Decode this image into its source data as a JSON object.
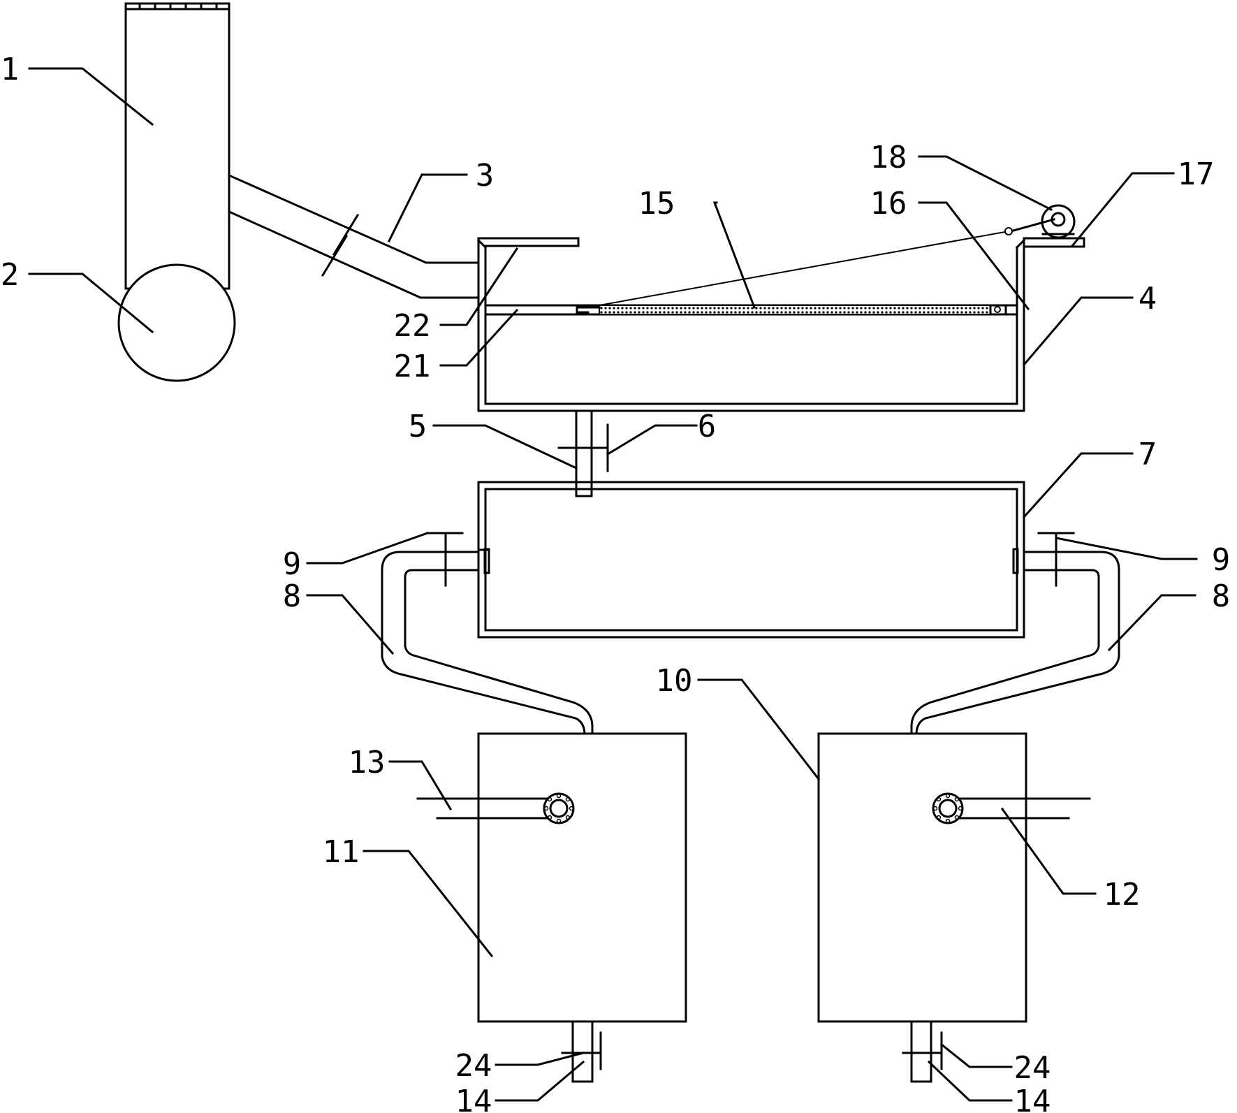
{
  "diagram": {
    "stroke_color": "#000000",
    "background_color": "#ffffff",
    "labels": {
      "n1": "1",
      "n2": "2",
      "n3": "3",
      "n4": "4",
      "n5": "5",
      "n6": "6",
      "n7": "7",
      "n8_left": "8",
      "n8_right": "8",
      "n9_left": "9",
      "n9_right": "9",
      "n10": "10",
      "n11": "11",
      "n12": "12",
      "n13": "13",
      "n14_left": "14",
      "n14_right": "14",
      "n15": "15",
      "n16": "16",
      "n17": "17",
      "n18": "18",
      "n21": "21",
      "n22": "22",
      "n24_left": "24",
      "n24_right": "24"
    }
  }
}
